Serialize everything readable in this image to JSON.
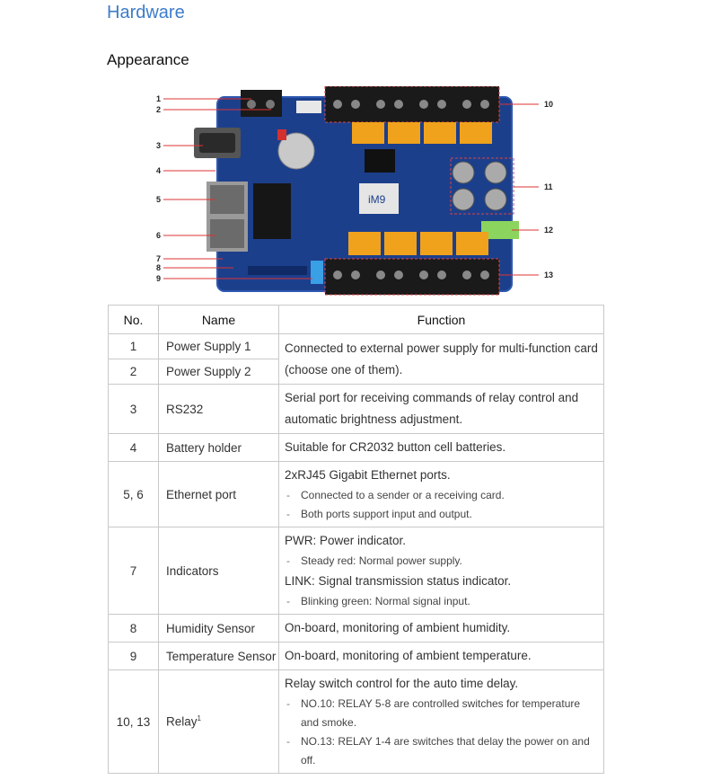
{
  "heading": "Hardware",
  "subheading": "Appearance",
  "board": {
    "chip_label": "iM9",
    "callouts": [
      "1",
      "2",
      "3",
      "4",
      "5",
      "6",
      "7",
      "8",
      "9",
      "10",
      "11",
      "12",
      "13"
    ]
  },
  "table": {
    "headers": [
      "No.",
      "Name",
      "Function"
    ],
    "rows": [
      {
        "no": "1",
        "name": "Power Supply 1",
        "fn": "Connected to external power supply for multi-function card (choose one of them)."
      },
      {
        "no": "2",
        "name": "Power Supply 2"
      },
      {
        "no": "3",
        "name": "RS232",
        "fn": "Serial port for receiving commands of relay control and automatic brightness adjustment."
      },
      {
        "no": "4",
        "name": "Battery holder",
        "fn": "Suitable for CR2032 button cell batteries."
      },
      {
        "no": "5, 6",
        "name": "Ethernet port",
        "fn": "2xRJ45 Gigabit Ethernet ports.",
        "subs": [
          "Connected to a sender or a receiving card.",
          "Both ports support input and output."
        ]
      },
      {
        "no": "7",
        "name": "Indicators",
        "fn": "PWR: Power indicator.",
        "subs": [
          "Steady red: Normal power supply."
        ],
        "fn2": "LINK: Signal transmission status indicator.",
        "subs2": [
          "Blinking green: Normal signal input."
        ]
      },
      {
        "no": "8",
        "name": "Humidity Sensor",
        "fn": "On-board, monitoring of ambient humidity."
      },
      {
        "no": "9",
        "name": "Temperature Sensor",
        "fn": "On-board, monitoring of ambient temperature."
      },
      {
        "no": "10, 13",
        "name": "Relay",
        "name_sup": "1",
        "fn": "Relay switch control for the auto time delay.",
        "subs": [
          "NO.10: RELAY 5-8 are controlled switches for temperature and smoke.",
          "NO.13: RELAY 1-4 are switches that delay the power on and off."
        ]
      }
    ]
  }
}
